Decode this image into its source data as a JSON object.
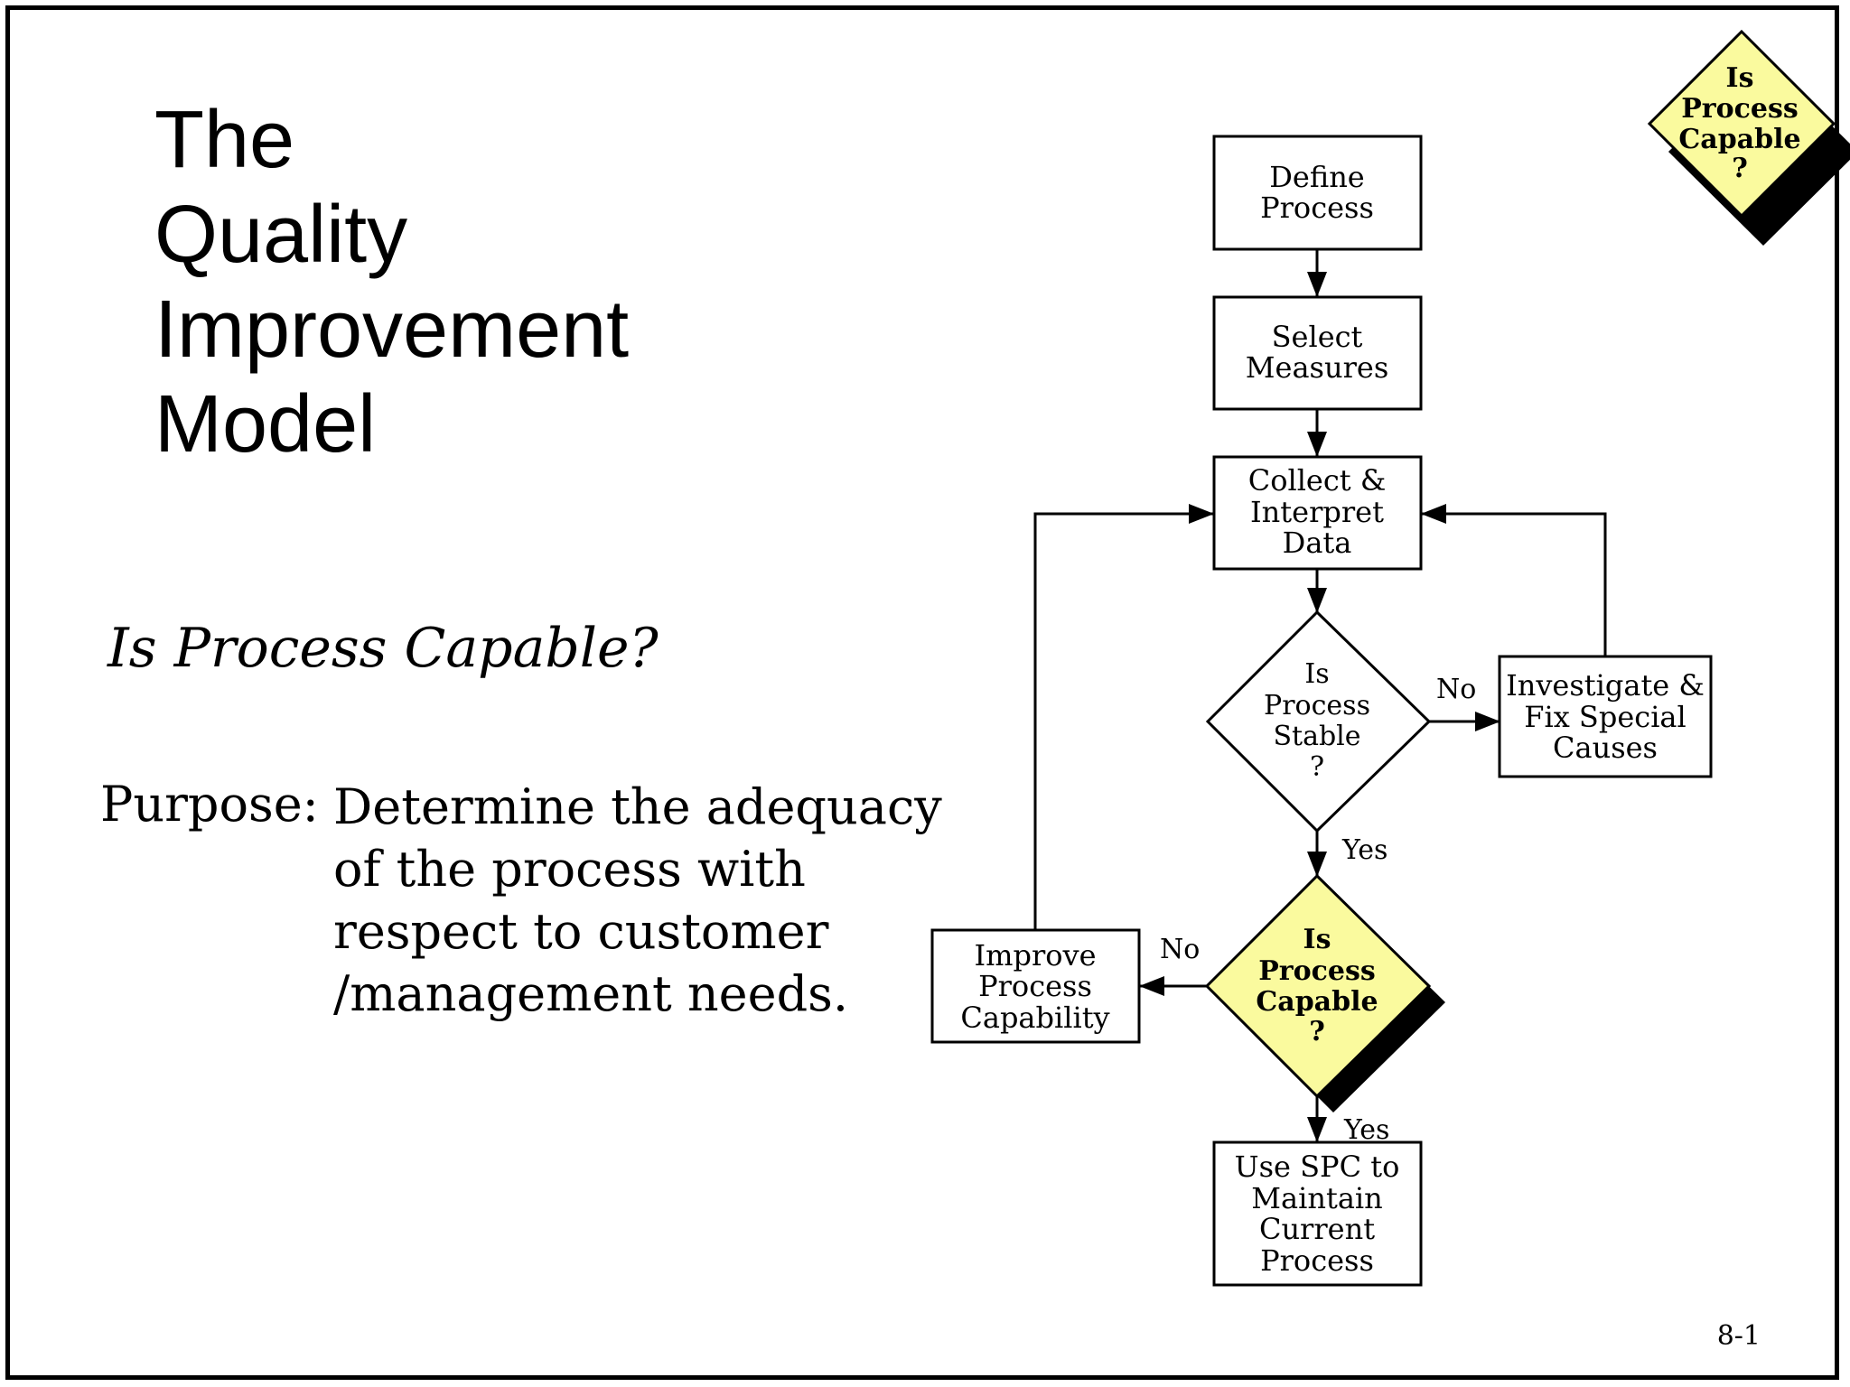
{
  "slide": {
    "title_lines": [
      "The",
      "Quality",
      "Improvement",
      "Model"
    ],
    "subtitle": "Is Process Capable?",
    "purpose_label": "Purpose:",
    "purpose_lines": [
      "Determine the adequacy",
      "of the process with",
      "respect to customer",
      "/management needs."
    ],
    "page_number": "8-1"
  },
  "flowchart": {
    "define": [
      "Define",
      "Process"
    ],
    "select": [
      "Select",
      "Measures"
    ],
    "collect": [
      "Collect &",
      "Interpret",
      "Data"
    ],
    "stable": [
      "Is",
      "Process",
      "Stable",
      "?"
    ],
    "investigate": [
      "Investigate &",
      "Fix Special",
      "Causes"
    ],
    "capable": [
      "Is",
      "Process",
      "Capable",
      "?"
    ],
    "improve": [
      "Improve",
      "Process",
      "Capability"
    ],
    "use_spc": [
      "Use SPC to",
      "Maintain",
      "Current",
      "Process"
    ],
    "label_no_stable": "No",
    "label_yes_stable": "Yes",
    "label_no_capable": "No",
    "label_yes_capable": "Yes"
  },
  "badge": [
    "Is",
    "Process",
    "Capable",
    "?"
  ],
  "colors": {
    "highlight": "#fafa9e",
    "shadow": "#000000",
    "stroke": "#000000"
  }
}
